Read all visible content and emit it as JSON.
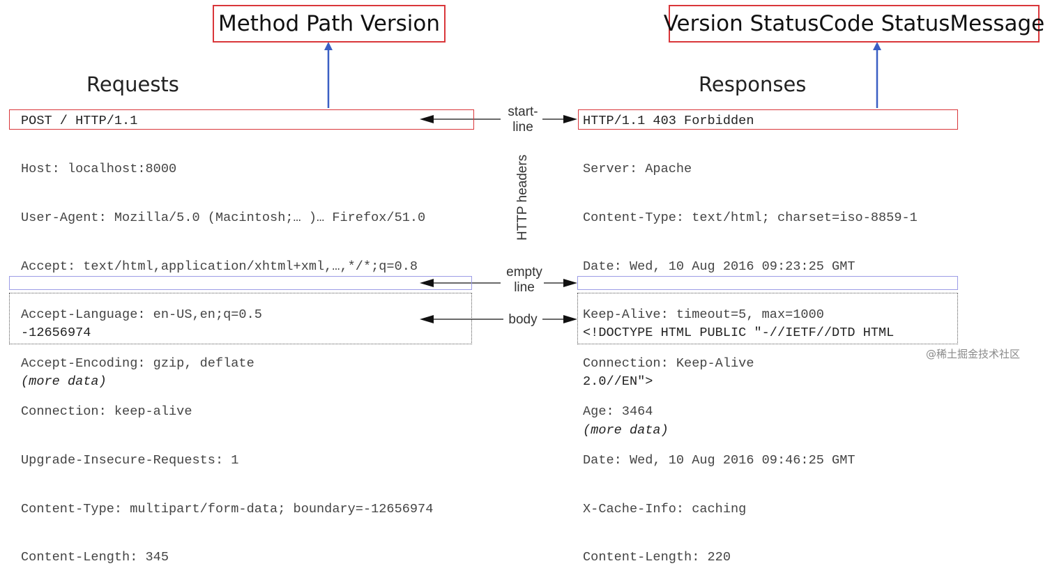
{
  "top_labels": {
    "request_start_fields": "Method Path Version",
    "response_start_fields": "Version StatusCode StatusMessage"
  },
  "headings": {
    "requests": "Requests",
    "responses": "Responses"
  },
  "middle_labels": {
    "start_line_1": "start-",
    "start_line_2": "line",
    "http_headers": "HTTP headers",
    "empty_line_1": "empty",
    "empty_line_2": "line",
    "body": "body"
  },
  "request": {
    "start_line": "POST / HTTP/1.1",
    "headers": [
      "Host: localhost:8000",
      "User-Agent: Mozilla/5.0 (Macintosh;… )… Firefox/51.0",
      "Accept: text/html,application/xhtml+xml,…,*/*;q=0.8",
      "Accept-Language: en-US,en;q=0.5",
      "Accept-Encoding: gzip, deflate",
      "Connection: keep-alive",
      "Upgrade-Insecure-Requests: 1",
      "Content-Type: multipart/form-data; boundary=-12656974",
      "Content-Length: 345"
    ],
    "body": [
      "-12656974",
      "(more data)"
    ]
  },
  "response": {
    "start_line": "HTTP/1.1 403 Forbidden",
    "headers": [
      "Server: Apache",
      "Content-Type: text/html; charset=iso-8859-1",
      "Date: Wed, 10 Aug 2016 09:23:25 GMT",
      "Keep-Alive: timeout=5, max=1000",
      "Connection: Keep-Alive",
      "Age: 3464",
      "Date: Wed, 10 Aug 2016 09:46:25 GMT",
      "X-Cache-Info: caching",
      "Content-Length: 220"
    ],
    "body": [
      "<!DOCTYPE HTML PUBLIC \"-//IETF//DTD HTML",
      "2.0//EN\">",
      "(more data)"
    ]
  },
  "watermark": "@稀土掘金技术社区",
  "colors": {
    "red_box": "#d9363a",
    "blue_arrow": "#3a5fc4",
    "empty_line_box": "#9c9ce6"
  }
}
